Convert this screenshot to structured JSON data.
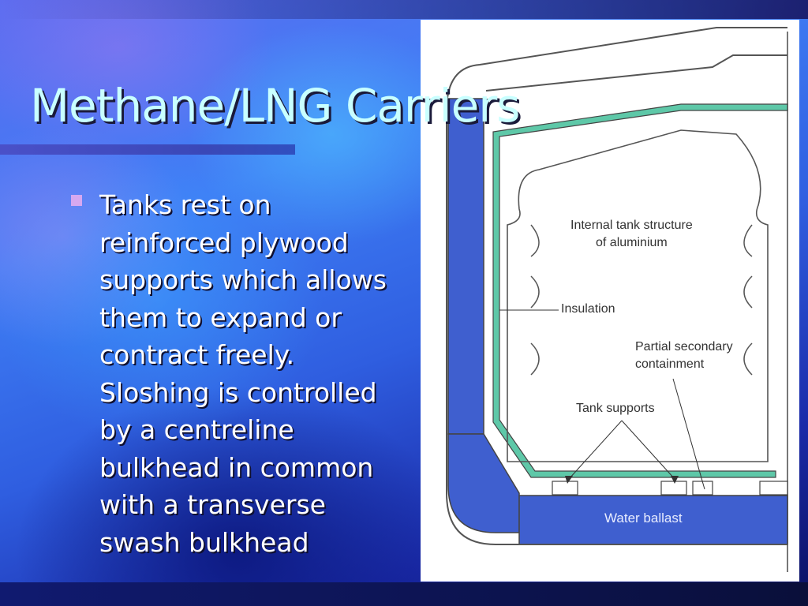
{
  "slide": {
    "title": "Methane/LNG Carriers",
    "bullets": [
      {
        "icon": "square-bullet-icon",
        "text": "Tanks rest on\nreinforced plywood\nsupports which allows\nthem to expand or\ncontract freely.\nSloshing is controlled\nby a centreline\nbulkhead in common\nwith a transverse\nswash bulkhead"
      }
    ]
  },
  "diagram": {
    "labels": {
      "internal_structure": "Internal tank structure\nof aluminium",
      "insulation": "Insulation",
      "partial_secondary": "Partial secondary\ncontainment",
      "tank_supports": "Tank supports",
      "water_ballast": "Water ballast"
    },
    "colors": {
      "ballast": "#3f5fcf",
      "insulation": "#5ec8a8",
      "outline": "#555555"
    }
  }
}
